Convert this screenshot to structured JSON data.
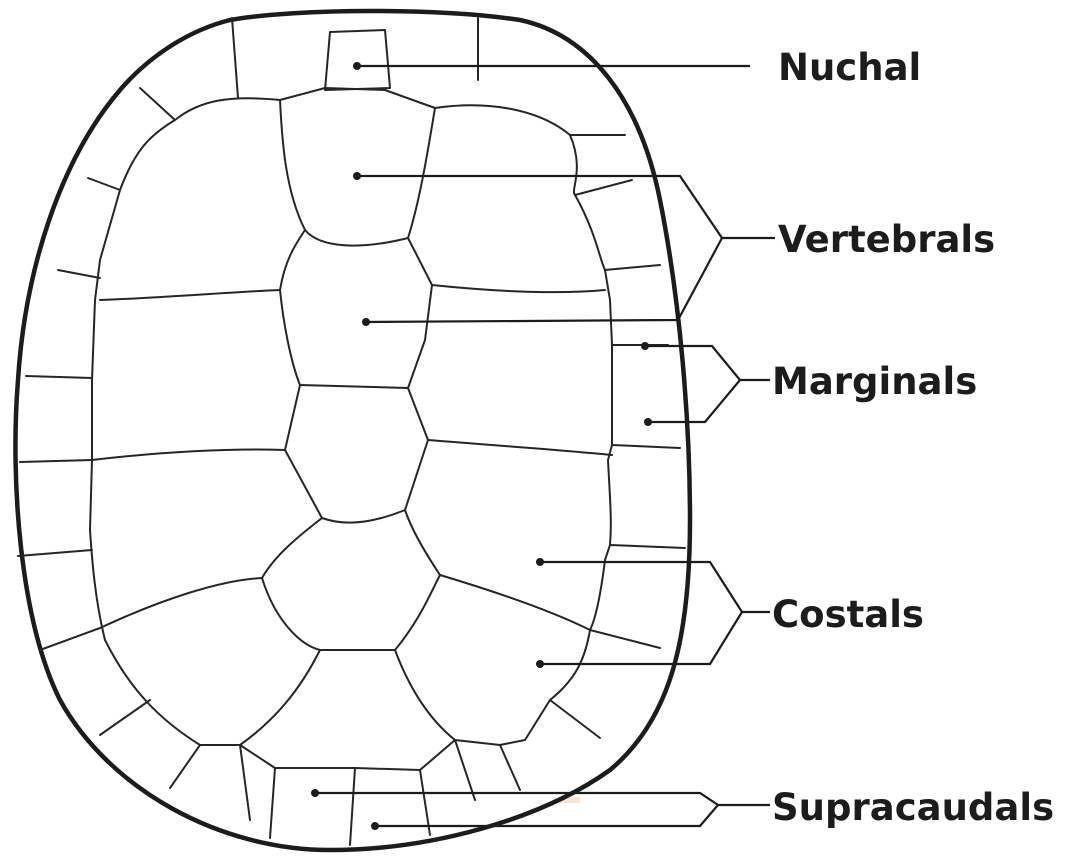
{
  "figure": {
    "subject": "turtle-carapace-scutes",
    "line_color": "#1c1c1c",
    "background": "#ffffff"
  },
  "labels": {
    "nuchal": "Nuchal",
    "vertebrals": "Vertebrals",
    "marginals": "Marginals",
    "costals": "Costals",
    "supracaudals": "Supracaudals"
  }
}
